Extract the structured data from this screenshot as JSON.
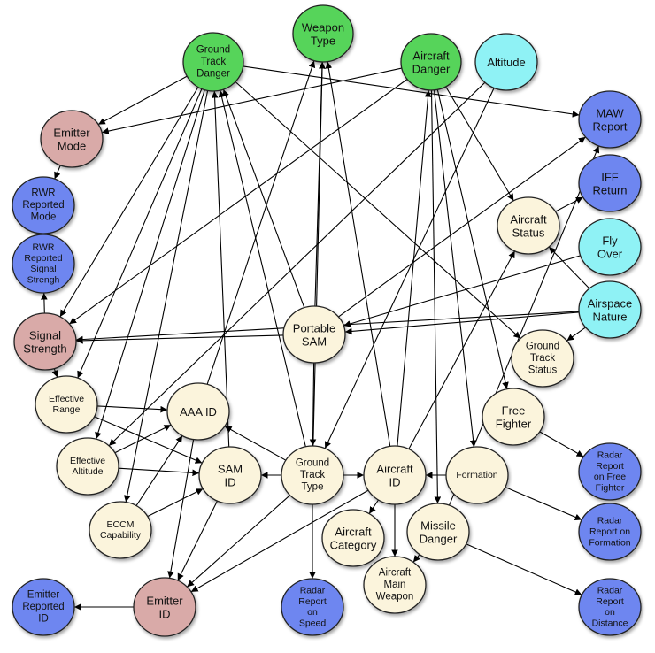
{
  "colors": {
    "green": "#57d45a",
    "cyan": "#8ff2f5",
    "blue": "#6e86f0",
    "pink": "#d9aaa8",
    "cream": "#fbf4dc",
    "outline": "#222222"
  },
  "nodes": [
    {
      "id": "ground_track_danger",
      "label": [
        "Ground",
        "Track",
        "Danger"
      ],
      "color": "green"
    },
    {
      "id": "weapon_type",
      "label": [
        "Weapon",
        "Type"
      ],
      "color": "green"
    },
    {
      "id": "aircraft_danger",
      "label": [
        "Aircraft",
        "Danger"
      ],
      "color": "green"
    },
    {
      "id": "altitude",
      "label": [
        "Altitude"
      ],
      "color": "cyan"
    },
    {
      "id": "emitter_mode",
      "label": [
        "Emitter",
        "Mode"
      ],
      "color": "pink"
    },
    {
      "id": "maw_report",
      "label": [
        "MAW",
        "Report"
      ],
      "color": "blue"
    },
    {
      "id": "rwr_reported_mode",
      "label": [
        "RWR",
        "Reported",
        "Mode"
      ],
      "color": "blue"
    },
    {
      "id": "iff_return",
      "label": [
        "IFF",
        "Return"
      ],
      "color": "blue"
    },
    {
      "id": "aircraft_status",
      "label": [
        "Aircraft",
        "Status"
      ],
      "color": "cream"
    },
    {
      "id": "rwr_signal",
      "label": [
        "RWR",
        "Reported",
        "Signal",
        "Strengh"
      ],
      "color": "blue"
    },
    {
      "id": "fly_over",
      "label": [
        "Fly",
        "Over"
      ],
      "color": "cyan"
    },
    {
      "id": "airspace_nature",
      "label": [
        "Airspace",
        "Nature"
      ],
      "color": "cyan"
    },
    {
      "id": "portable_sam",
      "label": [
        "Portable",
        "SAM"
      ],
      "color": "cream"
    },
    {
      "id": "signal_strength",
      "label": [
        "Signal",
        "Strength"
      ],
      "color": "pink"
    },
    {
      "id": "ground_track_status",
      "label": [
        "Ground",
        "Track",
        "Status"
      ],
      "color": "cream"
    },
    {
      "id": "effective_range",
      "label": [
        "Effective",
        "Range"
      ],
      "color": "cream"
    },
    {
      "id": "aaa_id",
      "label": [
        "AAA ID"
      ],
      "color": "cream"
    },
    {
      "id": "free_fighter",
      "label": [
        "Free",
        "Fighter"
      ],
      "color": "cream"
    },
    {
      "id": "effective_altitude",
      "label": [
        "Effective",
        "Altitude"
      ],
      "color": "cream"
    },
    {
      "id": "sam_id",
      "label": [
        "SAM",
        "ID"
      ],
      "color": "cream"
    },
    {
      "id": "ground_track_type",
      "label": [
        "Ground",
        "Track",
        "Type"
      ],
      "color": "cream"
    },
    {
      "id": "aircraft_id",
      "label": [
        "Aircraft",
        "ID"
      ],
      "color": "cream"
    },
    {
      "id": "formation",
      "label": [
        "Formation"
      ],
      "color": "cream"
    },
    {
      "id": "radar_free_fighter",
      "label": [
        "Radar",
        "Report",
        "on Free",
        "Fighter"
      ],
      "color": "blue"
    },
    {
      "id": "eccm_capability",
      "label": [
        "ECCM",
        "Capability"
      ],
      "color": "cream"
    },
    {
      "id": "aircraft_category",
      "label": [
        "Aircraft",
        "Category"
      ],
      "color": "cream"
    },
    {
      "id": "missile_danger",
      "label": [
        "Missile",
        "Danger"
      ],
      "color": "cream"
    },
    {
      "id": "radar_formation",
      "label": [
        "Radar",
        "Report on",
        "Formation"
      ],
      "color": "blue"
    },
    {
      "id": "aircraft_main_weapon",
      "label": [
        "Aircraft",
        "Main",
        "Weapon"
      ],
      "color": "cream"
    },
    {
      "id": "emitter_reported_id",
      "label": [
        "Emitter",
        "Reported",
        "ID"
      ],
      "color": "blue"
    },
    {
      "id": "emitter_id",
      "label": [
        "Emitter",
        "ID"
      ],
      "color": "pink"
    },
    {
      "id": "radar_speed",
      "label": [
        "Radar",
        "Report",
        "on",
        "Speed"
      ],
      "color": "blue"
    },
    {
      "id": "radar_distance",
      "label": [
        "Radar",
        "Report",
        "on",
        "Distance"
      ],
      "color": "blue"
    }
  ],
  "edges": [
    [
      "ground_track_danger",
      "emitter_mode"
    ],
    [
      "ground_track_danger",
      "maw_report"
    ],
    [
      "ground_track_danger",
      "signal_strength"
    ],
    [
      "ground_track_danger",
      "effective_range"
    ],
    [
      "ground_track_danger",
      "effective_altitude"
    ],
    [
      "ground_track_danger",
      "eccm_capability"
    ],
    [
      "ground_track_danger",
      "ground_track_status"
    ],
    [
      "aircraft_danger",
      "emitter_mode"
    ],
    [
      "aircraft_danger",
      "signal_strength"
    ],
    [
      "aircraft_danger",
      "aircraft_status"
    ],
    [
      "aircraft_danger",
      "free_fighter"
    ],
    [
      "aircraft_danger",
      "formation"
    ],
    [
      "aircraft_danger",
      "missile_danger"
    ],
    [
      "altitude",
      "effective_altitude"
    ],
    [
      "altitude",
      "ground_track_type"
    ],
    [
      "emitter_mode",
      "rwr_reported_mode"
    ],
    [
      "signal_strength",
      "rwr_signal"
    ],
    [
      "signal_strength",
      "effective_range"
    ],
    [
      "effective_range",
      "aaa_id"
    ],
    [
      "effective_range",
      "sam_id"
    ],
    [
      "effective_altitude",
      "aaa_id"
    ],
    [
      "effective_altitude",
      "sam_id"
    ],
    [
      "eccm_capability",
      "aaa_id"
    ],
    [
      "eccm_capability",
      "sam_id"
    ],
    [
      "aaa_id",
      "weapon_type"
    ],
    [
      "aaa_id",
      "emitter_id"
    ],
    [
      "sam_id",
      "ground_track_danger"
    ],
    [
      "sam_id",
      "emitter_id"
    ],
    [
      "portable_sam",
      "weapon_type"
    ],
    [
      "portable_sam",
      "ground_track_danger"
    ],
    [
      "portable_sam",
      "maw_report"
    ],
    [
      "portable_sam",
      "signal_strength"
    ],
    [
      "portable_sam",
      "ground_track_type"
    ],
    [
      "airspace_nature",
      "portable_sam"
    ],
    [
      "airspace_nature",
      "signal_strength"
    ],
    [
      "airspace_nature",
      "aircraft_status"
    ],
    [
      "airspace_nature",
      "ground_track_status"
    ],
    [
      "fly_over",
      "portable_sam"
    ],
    [
      "aircraft_status",
      "iff_return"
    ],
    [
      "ground_track_type",
      "weapon_type"
    ],
    [
      "ground_track_type",
      "ground_track_danger"
    ],
    [
      "ground_track_type",
      "aaa_id"
    ],
    [
      "ground_track_type",
      "sam_id"
    ],
    [
      "ground_track_type",
      "aircraft_id"
    ],
    [
      "ground_track_type",
      "radar_speed"
    ],
    [
      "ground_track_type",
      "emitter_id"
    ],
    [
      "aircraft_id",
      "weapon_type"
    ],
    [
      "aircraft_id",
      "aircraft_danger"
    ],
    [
      "aircraft_id",
      "aircraft_status"
    ],
    [
      "aircraft_id",
      "aircraft_category"
    ],
    [
      "aircraft_id",
      "aircraft_main_weapon"
    ],
    [
      "aircraft_id",
      "emitter_id"
    ],
    [
      "formation",
      "aircraft_id"
    ],
    [
      "formation",
      "radar_formation"
    ],
    [
      "free_fighter",
      "radar_free_fighter"
    ],
    [
      "missile_danger",
      "maw_report"
    ],
    [
      "missile_danger",
      "aircraft_main_weapon"
    ],
    [
      "missile_danger",
      "radar_distance"
    ],
    [
      "emitter_id",
      "emitter_reported_id"
    ]
  ]
}
